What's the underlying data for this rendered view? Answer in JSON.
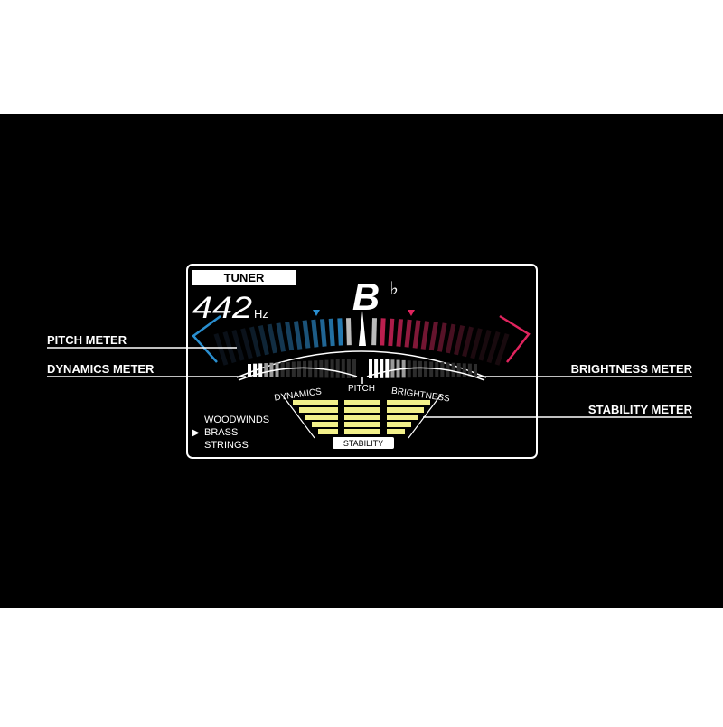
{
  "display": {
    "mode_label": "TUNER",
    "frequency": "442",
    "frequency_unit": "Hz",
    "note": "B",
    "accidental": "♭",
    "meter_labels": {
      "dynamics": "DYNAMICS",
      "pitch": "PITCH",
      "brightness": "BRIGHTNESS",
      "stability": "STABILITY"
    },
    "instruments": [
      {
        "label": "WOODWINDS",
        "selected": false
      },
      {
        "label": "BRASS",
        "selected": true
      },
      {
        "label": "STRINGS",
        "selected": false
      }
    ],
    "selection_marker": "▶"
  },
  "callouts": {
    "pitch_meter": "PITCH METER",
    "dynamics_meter": "DYNAMICS METER",
    "brightness_meter": "BRIGHTNESS METER",
    "stability_meter": "STABILITY METER"
  },
  "colors": {
    "background": "#000000",
    "frame": "#ffffff",
    "flat_accent": "#2a8fd0",
    "sharp_accent": "#e0245e",
    "stability": "#f2f08a"
  },
  "icons": {
    "flat_indicator": "blue-triangle-icon",
    "sharp_indicator": "red-triangle-icon",
    "center_needle": "needle-icon"
  }
}
